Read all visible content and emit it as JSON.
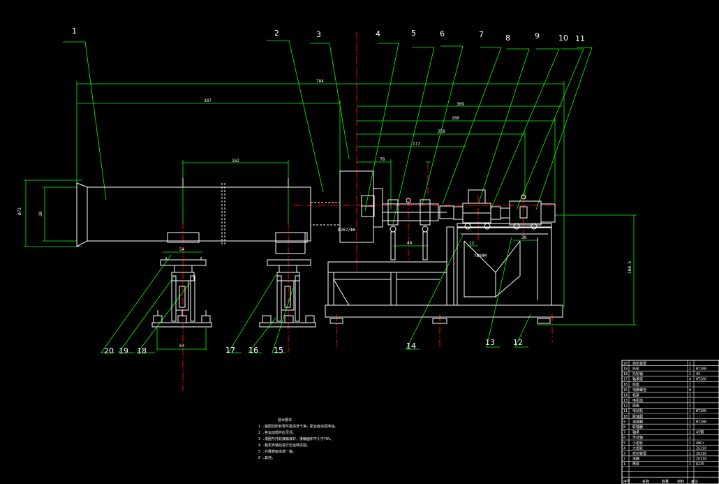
{
  "drawing": {
    "colors": {
      "background": "#000000",
      "geometry": "#ffffff",
      "leaders_dims": "#00ff00",
      "centerlines": "#ff0000"
    },
    "callouts": [
      "1",
      "2",
      "3",
      "4",
      "5",
      "6",
      "7",
      "8",
      "9",
      "10",
      "11",
      "12",
      "13",
      "14",
      "15",
      "16",
      "17",
      "18",
      "19",
      "20"
    ],
    "dimensions": {
      "overall_length": "784",
      "tube_length": "387",
      "support_spacing": "162",
      "d1": "309",
      "d2": "280",
      "d3": "258",
      "d4": "177",
      "d5": "78",
      "d6": "40",
      "d7": "54",
      "d8": "63",
      "d9": "30",
      "d10": "12",
      "tube_od": "Ø72",
      "tube_id": "30",
      "height": "160.5",
      "gear_spec": "Φ267/Φ6",
      "motor_spec": "YB80M"
    },
    "notes": {
      "title": "技术要求",
      "lines": [
        "1 .装配前所有零件需清洗干净，配合面涂润滑油。",
        "2 .各运动部件应灵活。",
        "3 .滚圈与托轮接触良好，接触面积不小于70%。",
        "4 .整机安装后进行空运转试验。",
        "5 .外露表面涂漆一遍。",
        "6 .其他。"
      ]
    },
    "parts_table": {
      "rows": [
        {
          "no": "20",
          "name": "挡轮装置",
          "qty": "1",
          "mat": ""
        },
        {
          "no": "19",
          "name": "托轮",
          "qty": "2",
          "mat": "HT200"
        },
        {
          "no": "18",
          "name": "托轮轴",
          "qty": "2",
          "mat": "45"
        },
        {
          "no": "17",
          "name": "轴承座",
          "qty": "4",
          "mat": "HT200"
        },
        {
          "no": "16",
          "name": "底座",
          "qty": "2",
          "mat": ""
        },
        {
          "no": "15",
          "name": "地脚螺栓",
          "qty": "8",
          "mat": ""
        },
        {
          "no": "14",
          "name": "机架",
          "qty": "1",
          "mat": ""
        },
        {
          "no": "13",
          "name": "电机座",
          "qty": "1",
          "mat": ""
        },
        {
          "no": "12",
          "name": "底座",
          "qty": "1",
          "mat": ""
        },
        {
          "no": "11",
          "name": "电动机",
          "qty": "1",
          "mat": "HT200"
        },
        {
          "no": "10",
          "name": "联轴器",
          "qty": "1",
          "mat": ""
        },
        {
          "no": "9",
          "name": "减速器",
          "qty": "1",
          "mat": "HT200"
        },
        {
          "no": "8",
          "name": "联轴器",
          "qty": "1",
          "mat": ""
        },
        {
          "no": "7",
          "name": "轴承",
          "qty": "2",
          "mat": "45钢"
        },
        {
          "no": "6",
          "name": "传动轴",
          "qty": "1",
          "mat": ""
        },
        {
          "no": "5",
          "name": "小齿轮",
          "qty": "1",
          "mat": "40Cr"
        },
        {
          "no": "4",
          "name": "大齿轮",
          "qty": "1",
          "mat": "ZG310"
        },
        {
          "no": "3",
          "name": "密封装置",
          "qty": "1",
          "mat": "ZG310"
        },
        {
          "no": "2",
          "name": "滚圈",
          "qty": "2",
          "mat": "ZG310"
        },
        {
          "no": "1",
          "name": "筒体",
          "qty": "1",
          "mat": "Q235"
        }
      ],
      "footer": [
        "序号",
        "名称",
        "数量",
        "材料",
        "备注"
      ]
    }
  }
}
